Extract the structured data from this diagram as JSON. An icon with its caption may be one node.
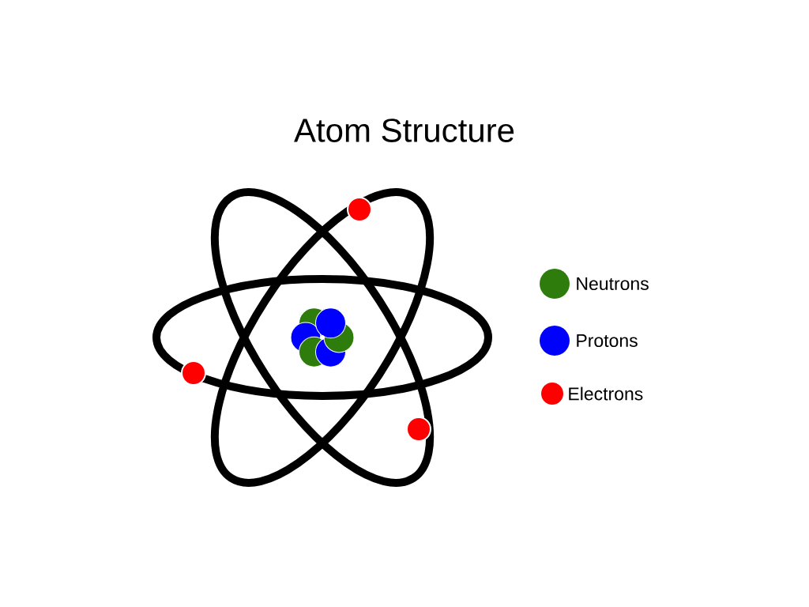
{
  "diagram": {
    "title": "Atom Structure",
    "legend": [
      {
        "text": "Neutrons",
        "color": "#2e7d0c"
      },
      {
        "text": "Protons",
        "color": "#0000ff"
      },
      {
        "text": "Electrons",
        "color": "#ff0000"
      }
    ]
  }
}
